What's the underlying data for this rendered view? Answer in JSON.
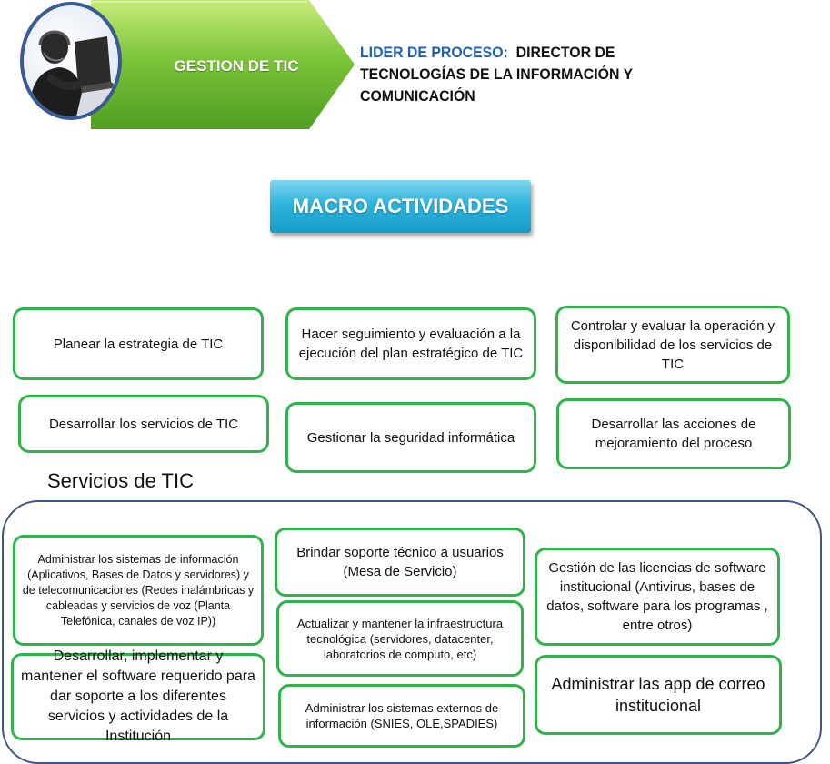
{
  "header": {
    "process_name": "GESTION  DE TIC",
    "leader_label": "LIDER DE PROCESO:",
    "leader_title_line1": "DIRECTOR DE",
    "leader_title_line2": "TECNOLOGÍAS DE LA INFORMACIÓN Y",
    "leader_title_line3": "COMUNICACIÓN"
  },
  "macro_title": "MACRO ACTIVIDADES",
  "macro_activities": [
    "Planear la estrategia de TIC",
    "Hacer seguimiento y evaluación a la ejecución del plan estratégico de TIC",
    "Controlar y evaluar la operación y disponibilidad de los servicios de TIC",
    "Desarrollar los servicios de TIC",
    "Gestionar la seguridad informática",
    "Desarrollar las acciones de mejoramiento del proceso"
  ],
  "services_heading": "Servicios de TIC",
  "services": [
    "Administrar los sistemas de información (Aplicativos, Bases de Datos y servidores) y de telecomunicaciones (Redes inalámbricas y cableadas y servicios de voz (Planta Telefónica, canales de voz IP))",
    "Brindar soporte técnico a usuarios (Mesa de Servicio)",
    "Gestión de las licencias de software institucional (Antivirus, bases de datos, software para los programas , entre otros)",
    "Actualizar y mantener la infraestructura tecnológica (servidores, datacenter, laboratorios de computo, etc)",
    "Desarrollar, implementar y mantener el software requerido para dar soporte a los diferentes servicios y actividades de la Institución",
    "Administrar los sistemas externos de información (SNIES, OLE,SPADIES)",
    "Administrar las app de correo institucional"
  ],
  "colors": {
    "box_border": "#2fb44a",
    "banner_green": "#6cbf2f",
    "macro_button": "#2fb4dc",
    "leader_label": "#1f5fb8",
    "frame_border": "#3e5585"
  }
}
